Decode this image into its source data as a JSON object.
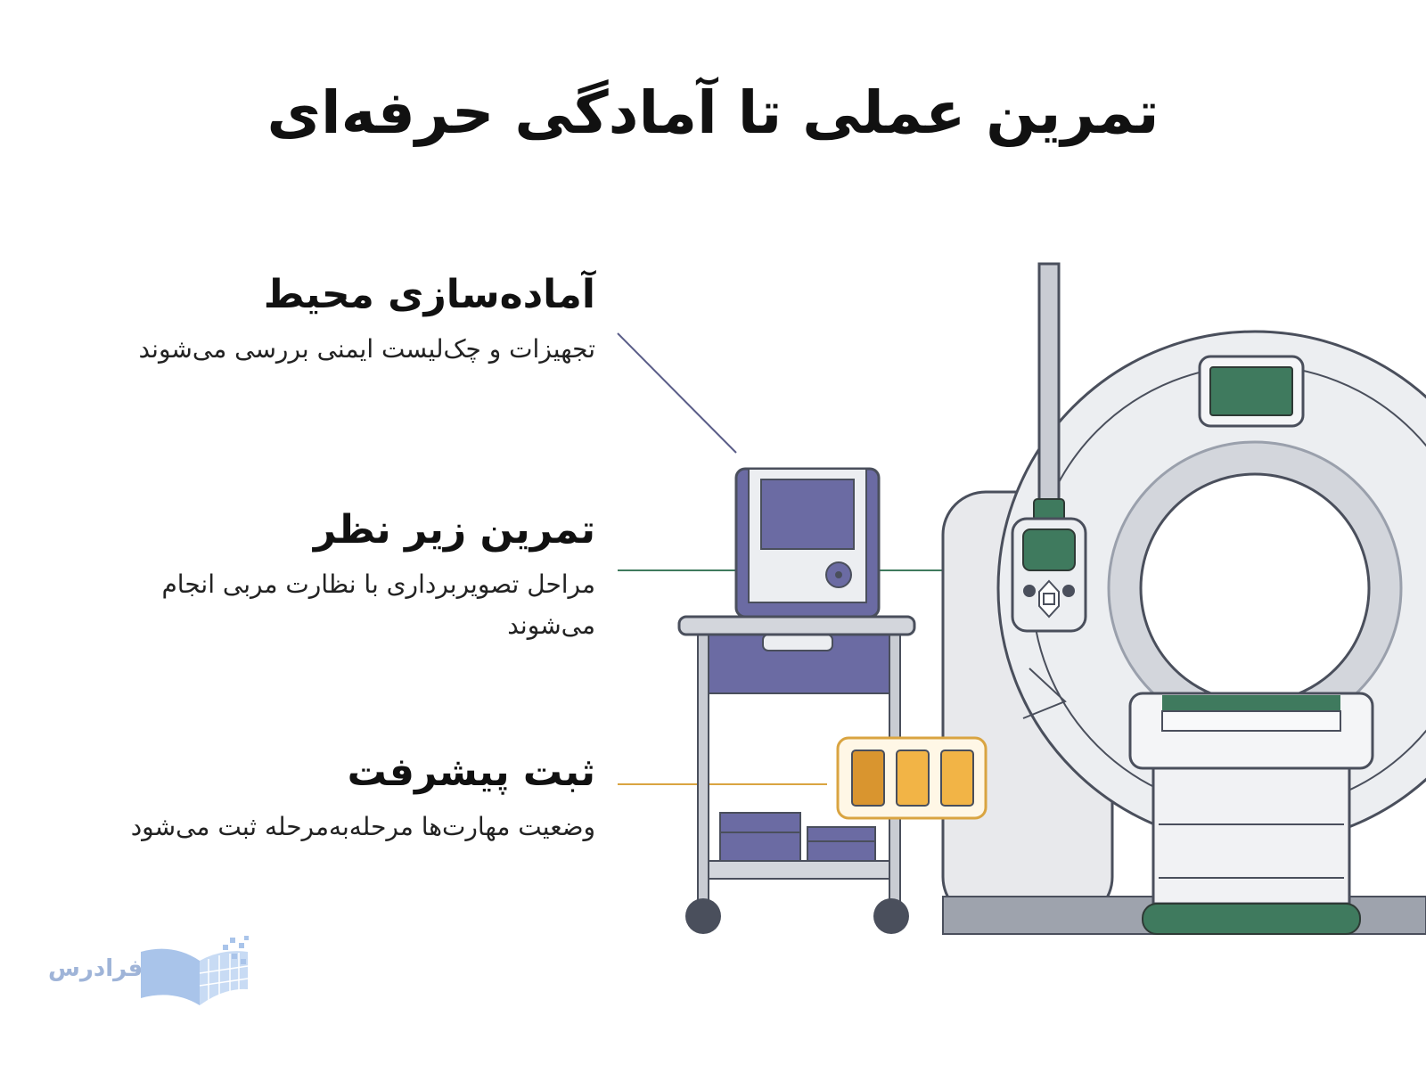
{
  "title": "تمرین عملی تا آمادگی حرفه‌ای",
  "steps": [
    {
      "heading": "آماده‌سازی محیط",
      "description": "تجهیزات و چک‌لیست ایمنی بررسی می‌شوند",
      "color": "#5a5d88"
    },
    {
      "heading": "تمرین زیر نظر",
      "description": "مراحل تصویربرداری با نظارت مربی انجام می‌شوند",
      "color": "#3f7a5e"
    },
    {
      "heading": "ثبت پیشرفت",
      "description": "وضعیت مهارت‌ها مرحله‌به‌مرحله ثبت می‌شود",
      "color": "#d9a441"
    }
  ],
  "logo": {
    "text": "فرادرس",
    "icon": "book-icon"
  },
  "colors": {
    "purple": "#6b6ba3",
    "green": "#3f7a5e",
    "amber": "#f2b446",
    "gray": "#e8e9ec",
    "outline": "#4a4f5c"
  }
}
